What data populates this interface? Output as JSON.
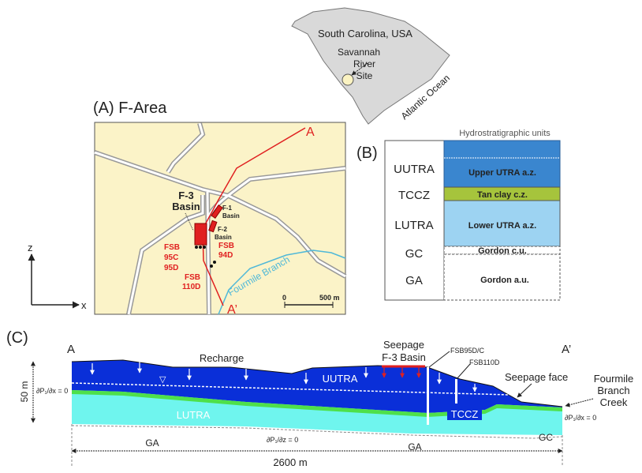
{
  "inset_map": {
    "state_label": "South Carolina, USA",
    "site_label": [
      "Savannah",
      "River",
      "Site"
    ],
    "ocean_label": "Atlantic Ocean"
  },
  "panel_a": {
    "title": "(A) F-Area",
    "section_start": "A",
    "section_end": "A’",
    "f3_basin": [
      "F-3",
      "Basin"
    ],
    "f1_basin": [
      "F-1",
      "Basin"
    ],
    "f2_basin": [
      "F-2",
      "Basin"
    ],
    "well_94d": [
      "FSB",
      "94D"
    ],
    "well_95": [
      "FSB",
      "95C",
      "95D"
    ],
    "well_110d": [
      "FSB",
      "110D"
    ],
    "stream_label": "Fourmile Branch",
    "scale_zero": "0",
    "scale_end": "500 m",
    "axis_z": "z",
    "axis_x": "x"
  },
  "panel_b": {
    "title": "(B)",
    "header": "Hydrostratigraphic units",
    "units": [
      {
        "abbr": "UUTRA",
        "name": "Upper UTRA a.z.",
        "color": "#3a86cf"
      },
      {
        "abbr": "TCCZ",
        "name": "Tan clay c.z.",
        "color": "#a6c43c"
      },
      {
        "abbr": "LUTRA",
        "name": "Lower UTRA a.z.",
        "color": "#9dd3f2"
      },
      {
        "abbr": "GC",
        "name": "Gordon c.u.",
        "color": "#ffffff"
      },
      {
        "abbr": "GA",
        "name": "Gordon a.u.",
        "color": "#ffffff"
      }
    ]
  },
  "panel_c": {
    "title": "(C)",
    "start": "A",
    "end": "A’",
    "recharge": "Recharge",
    "seepage": [
      "Seepage",
      "F-3 Basin"
    ],
    "well_95": "FSB95D/C",
    "well_110": "FSB110D",
    "seepage_face": "Seepage face",
    "creek": [
      "Fourmile",
      "Branch",
      "Creek"
    ],
    "uutra": "UUTRA",
    "tccz": "TCCZ",
    "lutra": "LUTRA",
    "ga_left": "GA",
    "ga_right": "GA",
    "gc": "GC",
    "bc_x": "∂P₁/∂x = 0",
    "bc_z": "∂P₁/∂z = 0",
    "height": "50 m",
    "width": "2600 m",
    "colors": {
      "uutra": "#0a2fd8",
      "tccz": "#4ee04a",
      "lutra": "#6ff5ee",
      "seepage": "#e02020"
    }
  }
}
